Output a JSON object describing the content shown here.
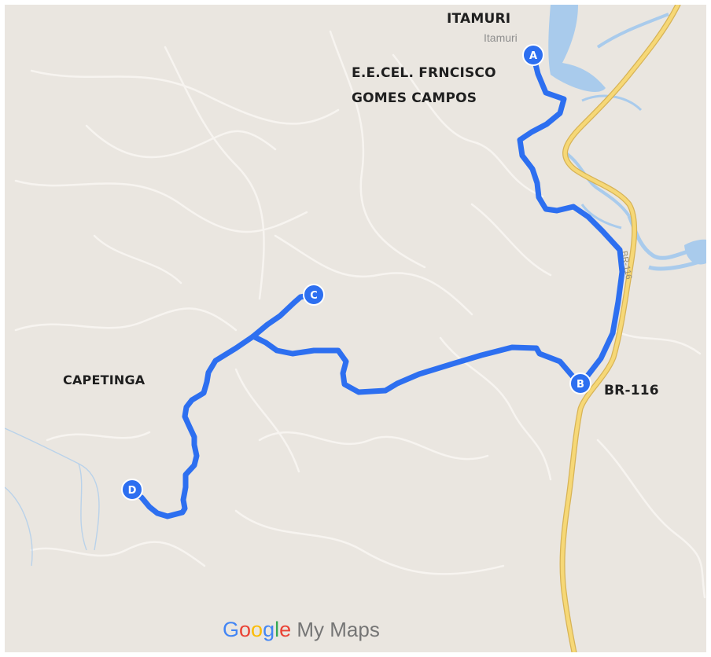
{
  "map": {
    "labels": {
      "itamuri": "ITAMURI",
      "school_line1": "E.E.CEL. FRNCISCO",
      "school_line2": "GOMES CAMPOS",
      "capetinga": "CAPETINGA",
      "br116": "BR-116"
    },
    "town_label": "Itamuri",
    "road_label": "BR-116",
    "markers": {
      "a": "A",
      "b": "B",
      "c": "C",
      "d": "D"
    },
    "watermark": {
      "brand_letters": [
        "G",
        "o",
        "o",
        "g",
        "l",
        "e"
      ],
      "suffix": " My Maps"
    },
    "colors": {
      "land": "#eae6e0",
      "water": "#a9cbec",
      "road_fill": "#f6d877",
      "route": "#2d6ff0"
    }
  }
}
